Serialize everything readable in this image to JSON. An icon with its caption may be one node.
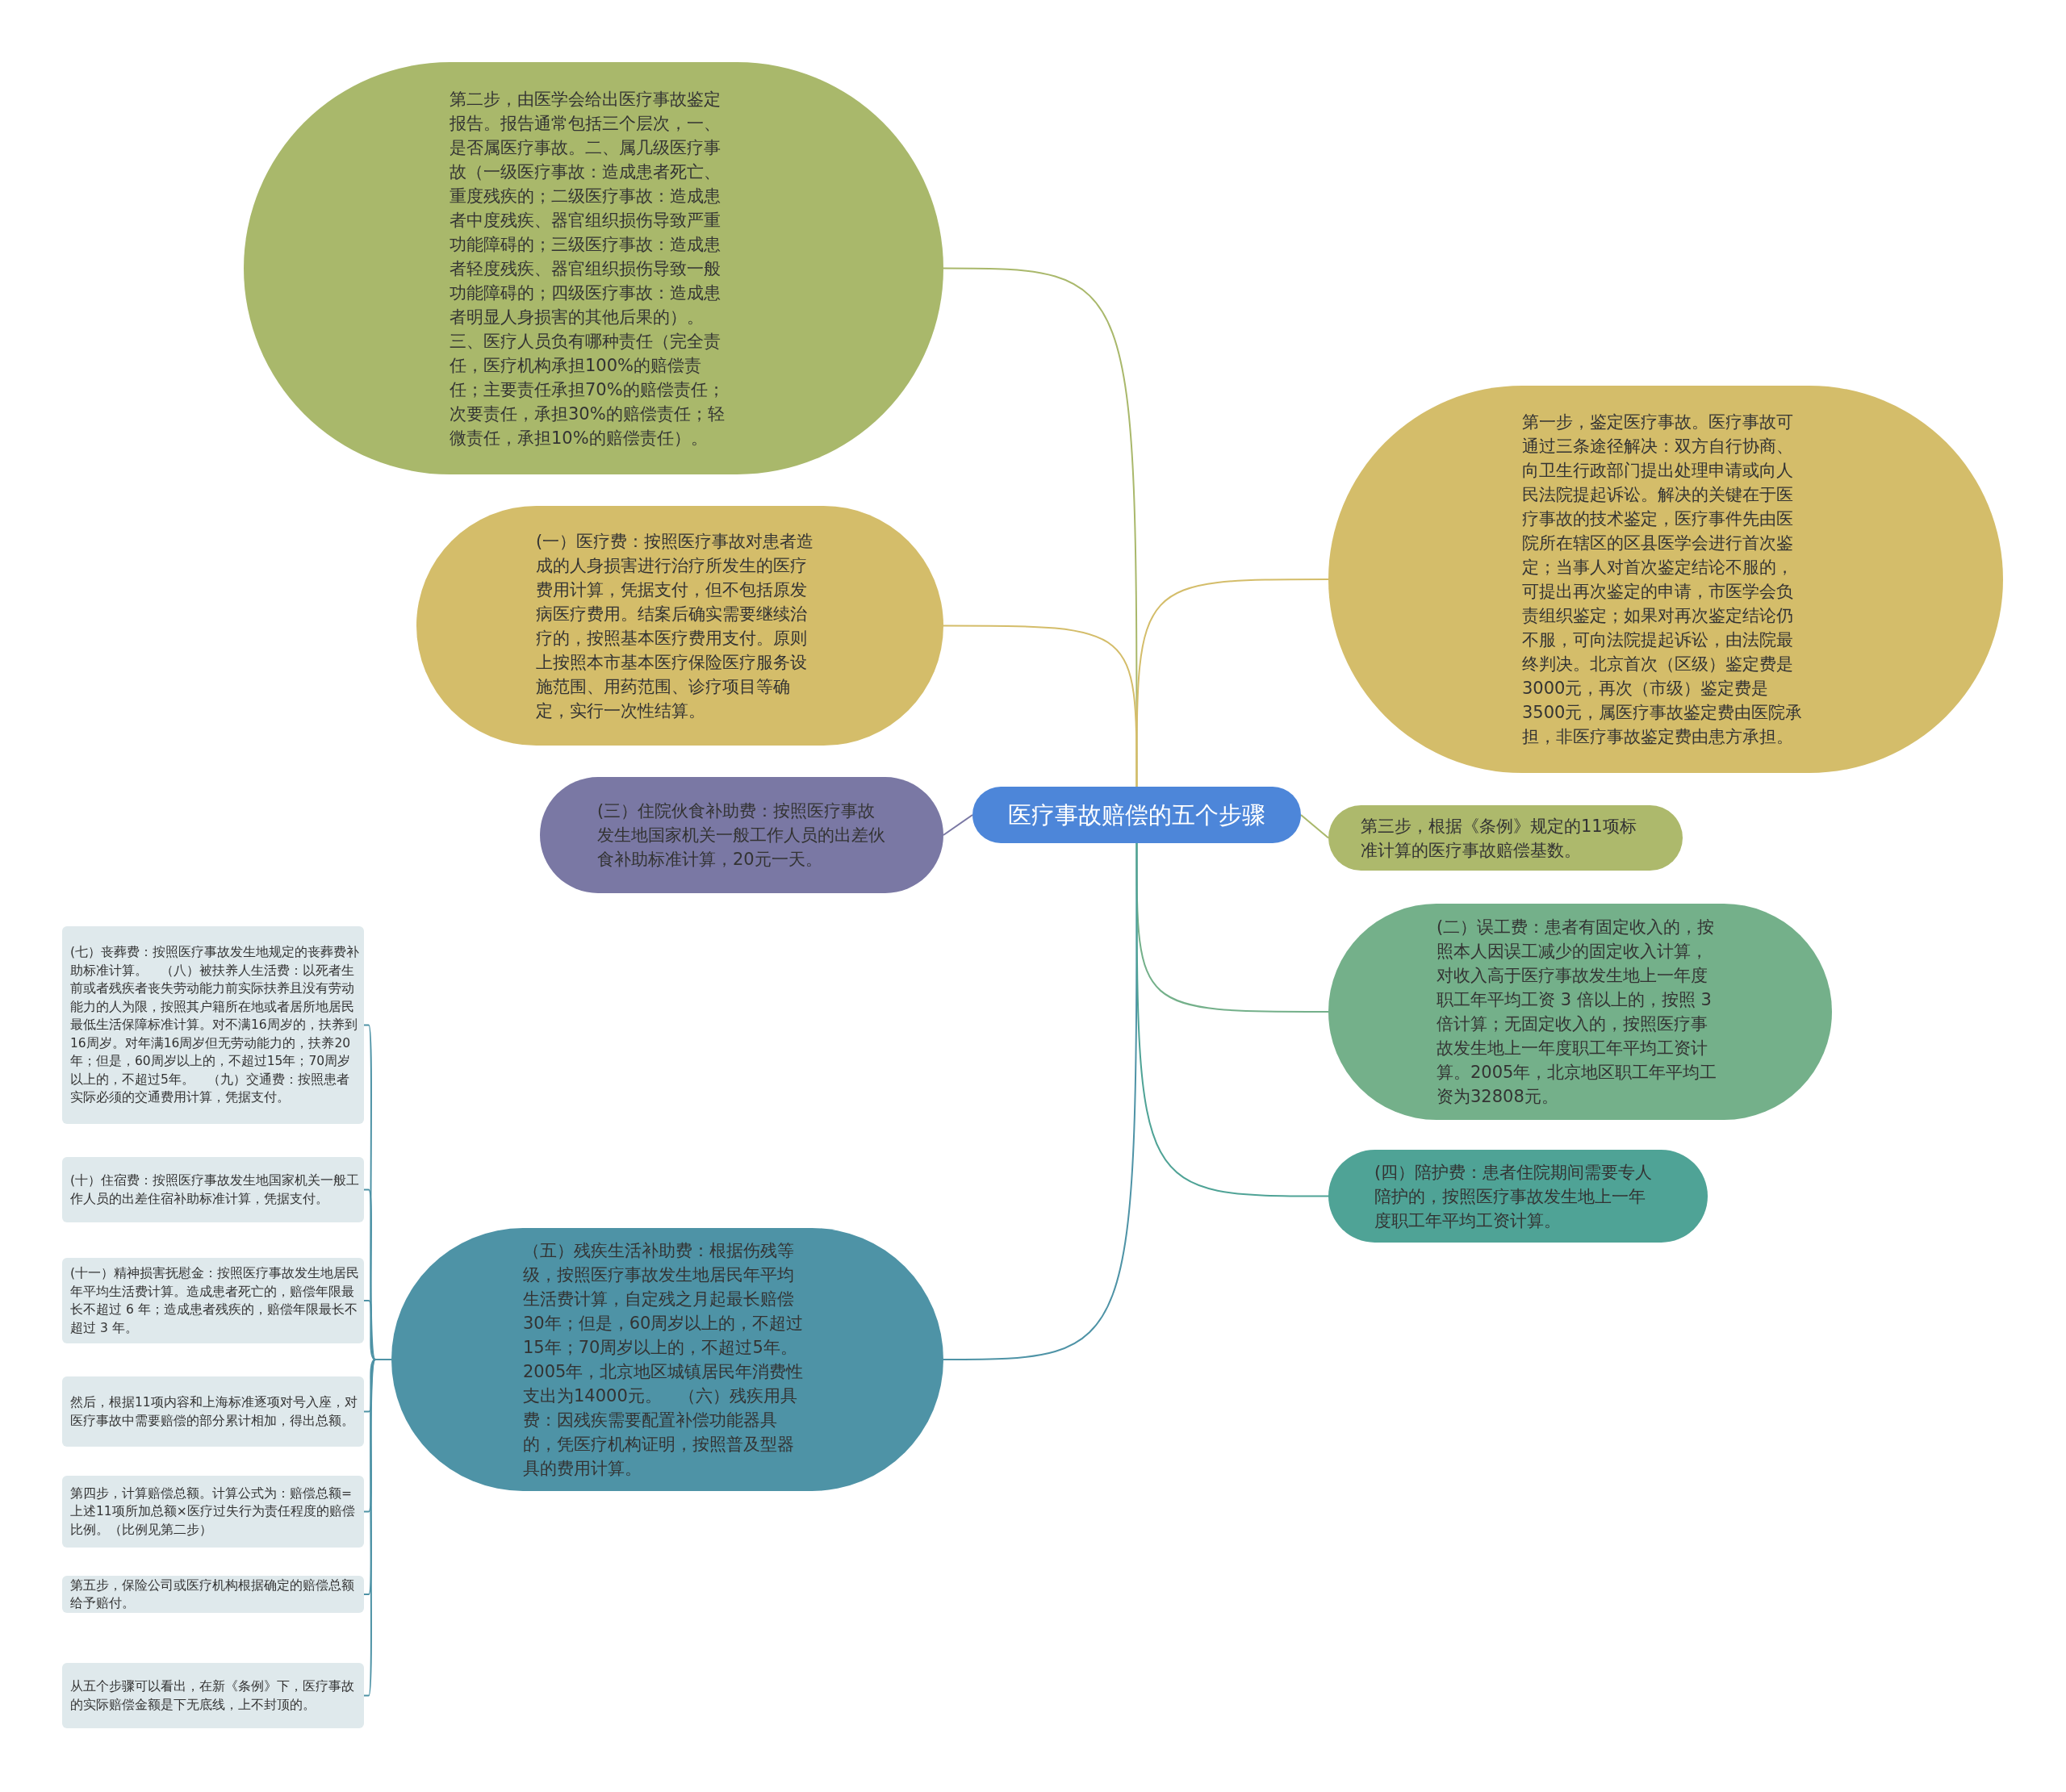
{
  "diagram": {
    "nodes": [
      {
        "text": [
          "医疗事故赔偿的五个步骤"
        ]
      },
      {
        "text": [
          "第二步，由医学会给出医疗事故鉴定报告。报告通常包括三个层次，一、是否属医疗事故。二、属几级医疗事故（一级医疗事故：造成患者死亡、重度残疾的；二级医疗事故：造成患者中度残疾、器官组织损伤导致严重功能障碍的；三级医疗事故：造成患者轻度残疾、器官组织损伤导致一般功能障碍的；四级医疗事故：造成患者明显人身损害的其他后果的）。三、医疗人员负有哪种责任（完全责任，医疗机构承担100%的赔偿责任；主要责任承担70%的赔偿责任；次要责任，承担30%的赔偿责任；轻微责任，承担10%的赔偿责任）。"
        ]
      },
      {
        "text": [
          "(一）医疗费：按照医疗事故对患者造成的人身损害进行治疗所发生的医疗费用计算，凭据支付，但不包括原发病医疗费用。结案后确实需要继续治疗的，按照基本医疗费用支付。原则上按照本市基本医疗保险医疗服务设施范围、用药范围、诊疗项目等确定，实行一次性结算。"
        ]
      },
      {
        "text": [
          "(三）住院伙食补助费：按照医疗事故发生地国家机关一般工作人员的出差伙食补助标准计算，20元一天。"
        ]
      },
      {
        "text": [
          "（五）残疾生活补助费：根据伤残等级，按照医疗事故发生地居民年平均生活费计算，自定残之月起最长赔偿30年；但是，60周岁以上的，不超过15年；70周岁以上的，不超过5年。2005年，北京地区城镇居民年消费性支出为14000元。　（六）残疾用具费：因残疾需要配置补偿功能器具的，凭医疗机构证明，按照普及型器具的费用计算。"
        ]
      },
      {
        "text": [
          "(七）丧葬费：按照医疗事故发生地规定的丧葬费补助标准计算。　（八）被扶养人生活费：以死者生前或者残疾者丧失劳动能力前实际扶养且没有劳动能力的人为限，按照其户籍所在地或者居所地居民最低生活保障标准计算。对不满16周岁的，扶养到16周岁。对年满16周岁但无劳动能力的，扶养20年；但是，60周岁以上的，不超过15年；70周岁以上的，不超过5年。　（九）交通费：按照患者实际必须的交通费用计算，凭据支付。"
        ]
      },
      {
        "text": [
          "(十）住宿费：按照医疗事故发生地国家机关一般工作人员的出差住宿补助标准计算，凭据支付。"
        ]
      },
      {
        "text": [
          "(十一）精神损害抚慰金：按照医疗事故发生地居民年平均生活费计算。造成患者死亡的，赔偿年限最长不超过 6 年；造成患者残疾的，赔偿年限最长不超过 3 年。"
        ]
      },
      {
        "text": [
          "然后，根据11项内容和上海标准逐项对号入座，对医疗事故中需要赔偿的部分累计相加，得出总额。"
        ]
      },
      {
        "text": [
          "第四步，计算赔偿总额。计算公式为：赔偿总额=上述11项所加总额×医疗过失行为责任程度的赔偿比例。（比例见第二步）"
        ]
      },
      {
        "text": [
          "第五步，保险公司或医疗机构根据确定的赔偿总额给予赔付。"
        ]
      },
      {
        "text": [
          "从五个步骤可以看出，在新《条例》下，医疗事故的实际赔偿金额是下无底线，上不封顶的。"
        ]
      },
      {
        "text": [
          "第一步，鉴定医疗事故。医疗事故可通过三条途径解决：双方自行协商、向卫生行政部门提出处理申请或向人民法院提起诉讼。解决的关键在于医疗事故的技术鉴定，医疗事件先由医院所在辖区的区县医学会进行首次鉴定；当事人对首次鉴定结论不服的，可提出再次鉴定的申请，市医学会负责组织鉴定；如果对再次鉴定结论仍不服，可向法院提起诉讼，由法院最终判决。北京首次（区级）鉴定费是3000元，再次（市级）鉴定费是3500元，属医疗事故鉴定费由医院承担，非医疗事故鉴定费由患方承担。"
        ]
      },
      {
        "text": [
          "第三步，根据《条例》规定的11项标准计算的医疗事故赔偿基数。"
        ]
      },
      {
        "text": [
          "(二）误工费：患者有固定收入的，按照本人因误工减少的固定收入计算，对收入高于医疗事故发生地上一年度职工年平均工资 3 倍以上的，按照 3 倍计算；无固定收入的，按照医疗事故发生地上一年度职工年平均工资计算。2005年，北京地区职工年平均工资为32808元。"
        ]
      },
      {
        "text": [
          "(四）陪护费：患者住院期间需要专人陪护的，按照医疗事故发生地上一年度职工年平均工资计算。"
        ]
      }
    ],
    "edges": [
      {
        "from": 0,
        "to": 1,
        "arrow": "none",
        "color": "#a9b86b"
      },
      {
        "from": 0,
        "to": 2,
        "arrow": "none",
        "color": "#d4bd6a"
      },
      {
        "from": 0,
        "to": 3,
        "arrow": "none",
        "color": "#7a78a4"
      },
      {
        "from": 0,
        "to": 4,
        "arrow": "none",
        "color": "#4e93a6"
      },
      {
        "from": 4,
        "to": 5,
        "arrow": "none",
        "color": "#4e93a6"
      },
      {
        "from": 4,
        "to": 6,
        "arrow": "none",
        "color": "#4e93a6"
      },
      {
        "from": 4,
        "to": 7,
        "arrow": "none",
        "color": "#4e93a6"
      },
      {
        "from": 4,
        "to": 8,
        "arrow": "none",
        "color": "#4e93a6"
      },
      {
        "from": 4,
        "to": 9,
        "arrow": "none",
        "color": "#4e93a6"
      },
      {
        "from": 4,
        "to": 10,
        "arrow": "none",
        "color": "#4e93a6"
      },
      {
        "from": 4,
        "to": 11,
        "arrow": "none",
        "color": "#4e93a6"
      },
      {
        "from": 0,
        "to": 12,
        "arrow": "none",
        "color": "#d4bd6a"
      },
      {
        "from": 0,
        "to": 13,
        "arrow": "none",
        "color": "#a9b86b"
      },
      {
        "from": 0,
        "to": 14,
        "arrow": "none",
        "color": "#74b08a"
      },
      {
        "from": 0,
        "to": 15,
        "arrow": "none",
        "color": "#4fa396"
      }
    ]
  }
}
